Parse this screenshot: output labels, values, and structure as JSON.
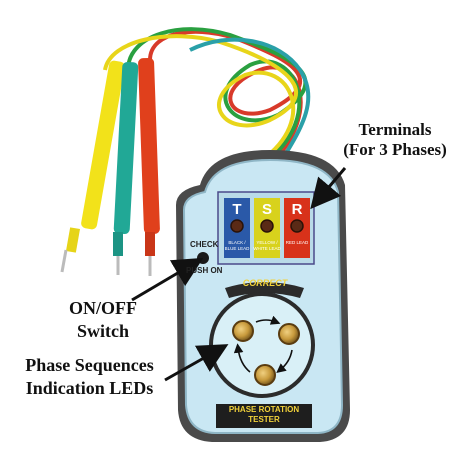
{
  "terminals": [
    {
      "letter": "T",
      "lead": "BLACK / BLUE LEAD",
      "color": "#2a59a8"
    },
    {
      "letter": "S",
      "lead": "YELLOW / WHITE LEAD",
      "color": "#d8d21c"
    },
    {
      "letter": "R",
      "lead": "RED LEAD",
      "color": "#d8321a"
    }
  ],
  "device": {
    "check_label": "CHECK",
    "push_on_label": "PUSH ON",
    "correct_label": "CORRECT",
    "name_line1": "PHASE ROTATION",
    "name_line2": "TESTER"
  },
  "callouts": {
    "terminals_line1": "Terminals",
    "terminals_line2": "(For 3 Phases)",
    "switch_line1": "ON/OFF",
    "switch_line2": "Switch",
    "leds_line1": "Phase Sequences",
    "leds_line2": "Indication LEDs"
  },
  "colors": {
    "probe_yellow": "#f2e21a",
    "probe_green": "#21a896",
    "probe_red": "#e0401c",
    "body": "#c9e7f3",
    "led": "#c89a3c"
  }
}
